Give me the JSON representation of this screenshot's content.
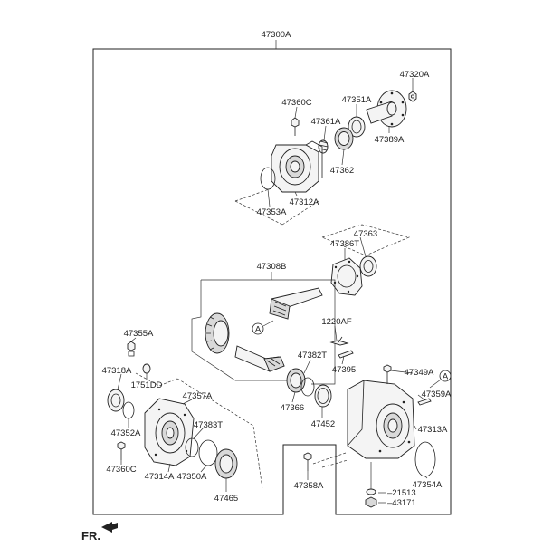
{
  "diagram": {
    "assembly_label": "47300A",
    "direction_label": "FR.",
    "ref_marker": "A",
    "parts": [
      {
        "id": "47320A"
      },
      {
        "id": "47360C"
      },
      {
        "id": "47351A"
      },
      {
        "id": "47361A"
      },
      {
        "id": "47389A"
      },
      {
        "id": "47362"
      },
      {
        "id": "47312A"
      },
      {
        "id": "47353A"
      },
      {
        "id": "47363"
      },
      {
        "id": "47386T"
      },
      {
        "id": "47308B"
      },
      {
        "id": "1220AF"
      },
      {
        "id": "47355A"
      },
      {
        "id": "47382T"
      },
      {
        "id": "47395"
      },
      {
        "id": "47318A"
      },
      {
        "id": "1751DD"
      },
      {
        "id": "47349A"
      },
      {
        "id": "47357A"
      },
      {
        "id": "47359A"
      },
      {
        "id": "47366"
      },
      {
        "id": "47383T"
      },
      {
        "id": "47352A"
      },
      {
        "id": "47452"
      },
      {
        "id": "47313A"
      },
      {
        "id": "47360C"
      },
      {
        "id": "47314A"
      },
      {
        "id": "47350A"
      },
      {
        "id": "47354A"
      },
      {
        "id": "47465"
      },
      {
        "id": "47358A"
      },
      {
        "id": "21513"
      },
      {
        "id": "43171"
      }
    ]
  }
}
